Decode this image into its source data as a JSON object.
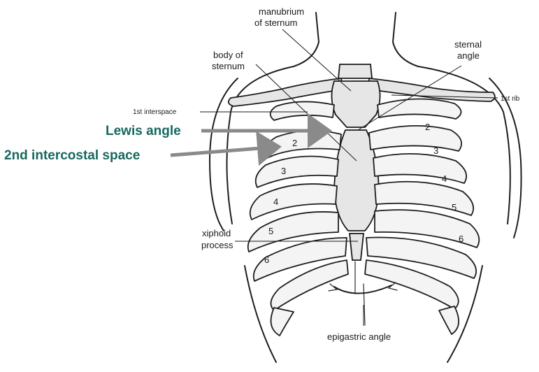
{
  "labels": {
    "manubrium": [
      "manubrium",
      "of sternum"
    ],
    "body_of_sternum": [
      "body of",
      "sternum"
    ],
    "sternal_angle": [
      "sternal",
      "angle"
    ],
    "first_rib": "1st rib",
    "first_interspace": "1st interspace",
    "xiphoid_process": [
      "xiphoid",
      "process"
    ],
    "epigastric_angle": "epigastric angle"
  },
  "callouts": {
    "lewis_angle": "Lewis angle",
    "second_intercostal_space": "2nd intercostal space",
    "color": "#16685e",
    "arrow_color": "#8a8a8a"
  },
  "rib_numbers": {
    "left": [
      "2",
      "3",
      "4",
      "5",
      "6"
    ],
    "right": [
      "2",
      "3",
      "4",
      "5",
      "6"
    ]
  }
}
